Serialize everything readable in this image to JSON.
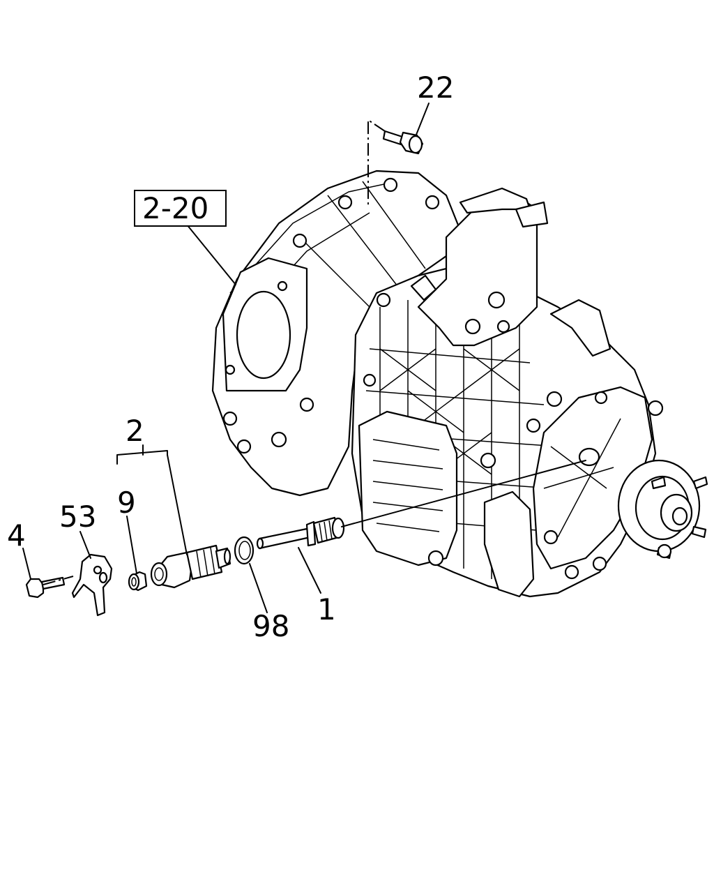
{
  "callouts": {
    "c22": "22",
    "c2_20": "2-20",
    "c2": "2",
    "c9": "9",
    "c53": "53",
    "c4": "4",
    "c98": "98",
    "c1": "1"
  },
  "colors": {
    "line": "#000000",
    "background": "#ffffff"
  }
}
